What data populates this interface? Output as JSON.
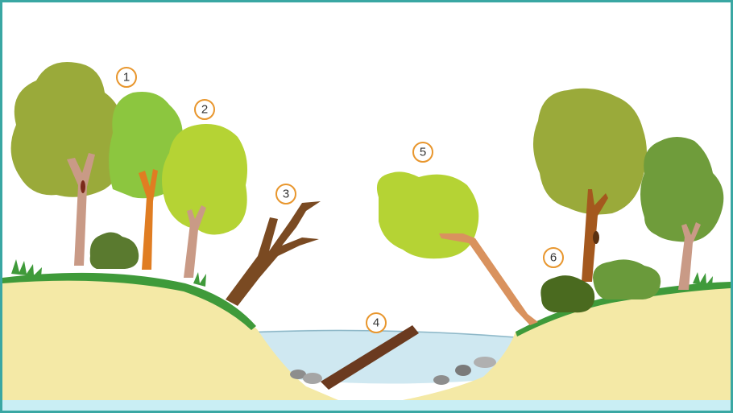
{
  "colors": {
    "frame_border": "#3aa7a3",
    "bottom_band": "#c9eef4",
    "sand": "#f4e9a6",
    "grass": "#3f9a3a",
    "water": "#cfe8f1",
    "water_edge": "#8fb8c8",
    "label_ring": "#e8962d",
    "trunk_light": "#c99a86",
    "trunk_orange": "#e07d22",
    "trunk_brown": "#7a4a22",
    "log": "#6b3a1f",
    "rock": "#8d8d8d",
    "shrub": "#5a7a2f"
  },
  "labels": [
    "1",
    "2",
    "3",
    "4",
    "5",
    "6"
  ],
  "icons": [
    "olive-tree-icon",
    "light-green-tree-icon",
    "dead-tree-icon",
    "fallen-log-icon",
    "leaning-tree-icon",
    "shrub-icon",
    "rock-icon"
  ]
}
